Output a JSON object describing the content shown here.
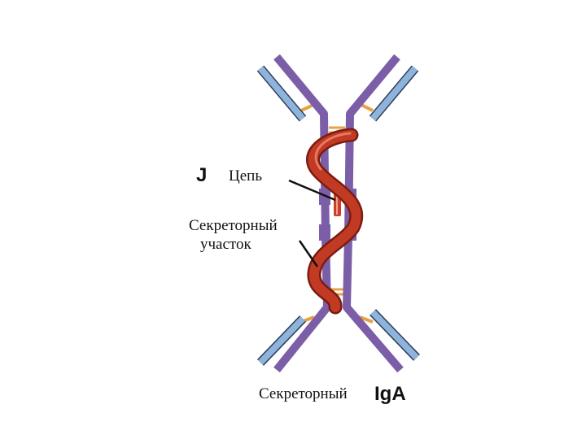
{
  "labels": {
    "j_letter": "J",
    "j_word": "Цепь",
    "secretory_line1": "Секреторный",
    "secretory_line2": "участок",
    "caption_word": "Секреторный",
    "caption_iga": "IgA"
  },
  "colors": {
    "heavy_chain": "#7B5EA7",
    "light_chain": "#8FB4DC",
    "disulfide_bond": "#E8A040",
    "secretory_component": "#B5311E",
    "j_chain": "#C8402A",
    "pointer": "#111111"
  }
}
